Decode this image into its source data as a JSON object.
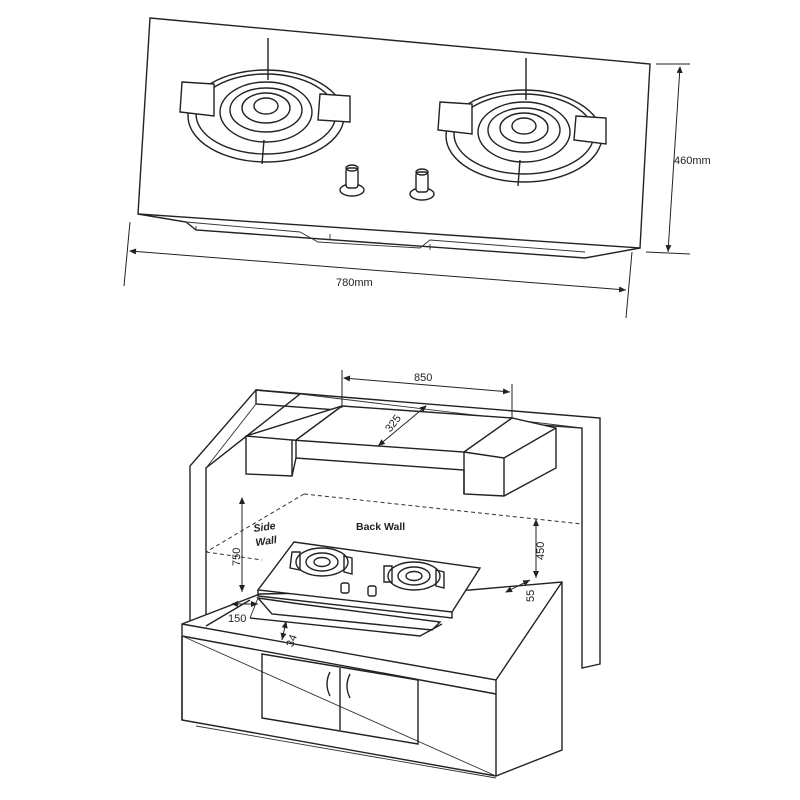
{
  "top_view": {
    "width_label": "780mm",
    "depth_label": "460mm"
  },
  "install_view": {
    "hood_width": "850",
    "hood_depth": "325",
    "side_wall": "Side Wall",
    "back_wall": "Back Wall",
    "height_side": "750",
    "height_back": "450",
    "back_gap": "55",
    "side_gap": "150",
    "front_gap": "34"
  }
}
